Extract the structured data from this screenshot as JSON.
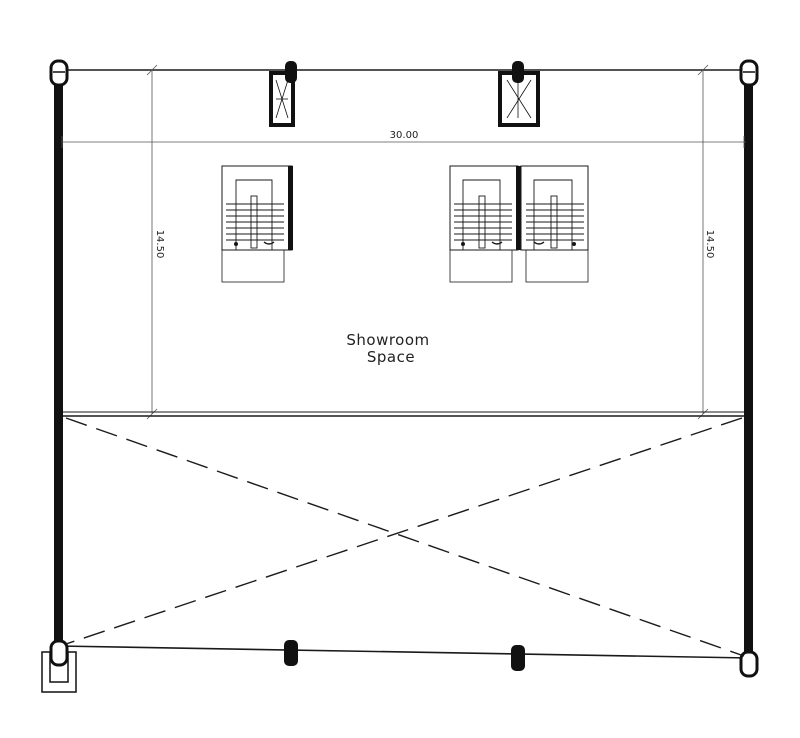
{
  "drawing": {
    "room_label_line1": "Showroom",
    "room_label_line2": "Space",
    "dimension_width": "30.00",
    "dimension_depth_left": "14.50",
    "dimension_depth_right": "14.50"
  },
  "colors": {
    "line": "#1a1a1a",
    "wall": "#111111",
    "thin": "#555555",
    "background": "#ffffff"
  }
}
